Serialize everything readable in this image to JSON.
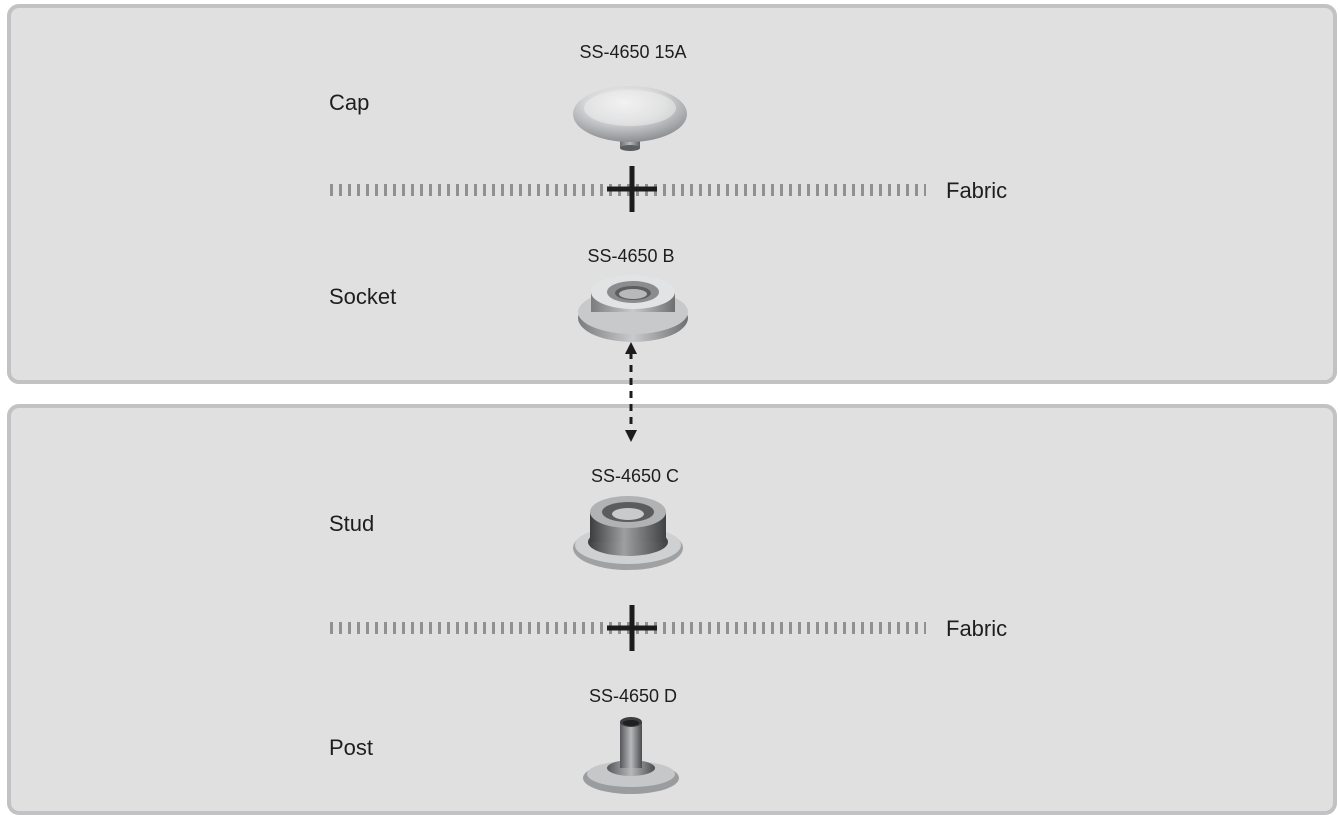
{
  "sections": [
    {
      "id": "top",
      "parts": [
        {
          "label": "Cap",
          "code": "SS-4650 15A",
          "icon": "cap-icon"
        },
        {
          "label": "Socket",
          "code": "SS-4650 B",
          "icon": "socket-icon"
        }
      ],
      "fabric_label": "Fabric"
    },
    {
      "id": "bottom",
      "parts": [
        {
          "label": "Stud",
          "code": "SS-4650 C",
          "icon": "stud-icon"
        },
        {
          "label": "Post",
          "code": "SS-4650 D",
          "icon": "post-icon"
        }
      ],
      "fabric_label": "Fabric"
    }
  ],
  "colors": {
    "panel_bg": "#e0e0e1",
    "panel_border": "#c2c2c4",
    "metal_light": "#e6e7e8",
    "metal_dark": "#6f7173",
    "dash": "#909093",
    "cross": "#1c1c1c"
  }
}
